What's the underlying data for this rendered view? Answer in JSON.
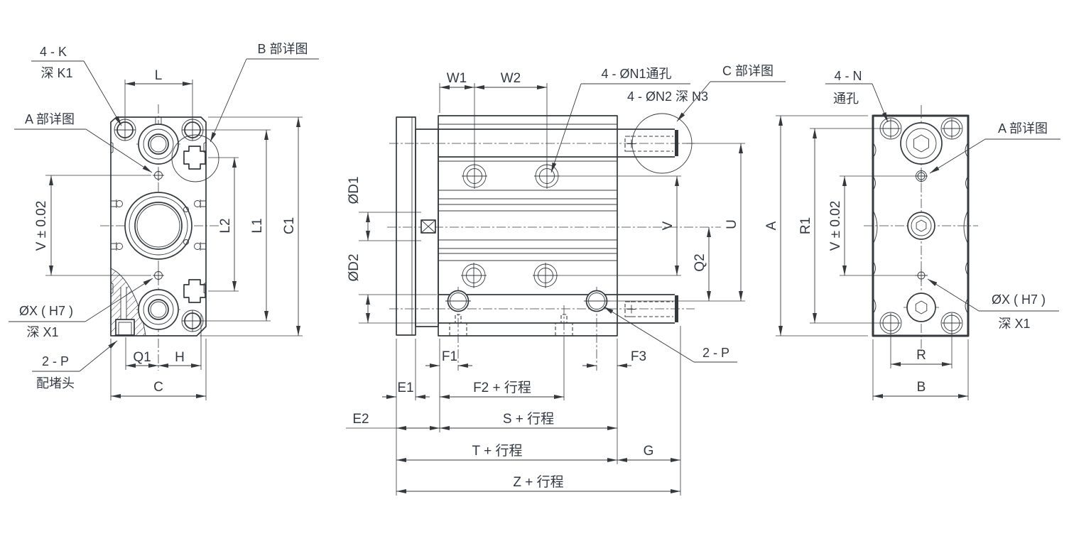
{
  "drawing": {
    "background": "#ffffff",
    "line_color": "#35393d",
    "text_color": "#333942",
    "left_view": {
      "labels": {
        "k": "4 - K",
        "k_depth": "深 K1",
        "detail_a": "A 部详图",
        "detail_b": "B 部详图",
        "x": "ØX ( H7 )",
        "x_depth": "深 X1",
        "p": "2 - P",
        "p_plug": "配堵头"
      },
      "dims": {
        "l": "L",
        "v": "V ± 0.02",
        "l2": "L2",
        "l1": "L1",
        "c1": "C1",
        "q1": "Q1",
        "h": "H",
        "c": "C"
      }
    },
    "front_view": {
      "labels": {
        "n1": "4 - ØN1通孔",
        "n2": "4 - ØN2 深 N3",
        "detail_c": "C 部详图",
        "p": "2 - P"
      },
      "dims": {
        "w1": "W1",
        "w2": "W2",
        "d1": "ØD1",
        "d2": "ØD2",
        "v": "V",
        "u": "U",
        "q2": "Q2",
        "f1": "F1",
        "f3": "F3",
        "e1": "E1",
        "e2": "E2",
        "f2": "F2 + 行程",
        "s": "S + 行程",
        "t": "T + 行程",
        "g": "G",
        "z": "Z + 行程"
      }
    },
    "right_view": {
      "labels": {
        "n": "4 - N",
        "n_through": "通孔",
        "detail_a": "A 部详图",
        "x": "ØX ( H7 )",
        "x_depth": "深 X1"
      },
      "dims": {
        "a": "A",
        "r1": "R1",
        "v": "V ± 0.02",
        "r": "R",
        "b": "B"
      }
    }
  }
}
